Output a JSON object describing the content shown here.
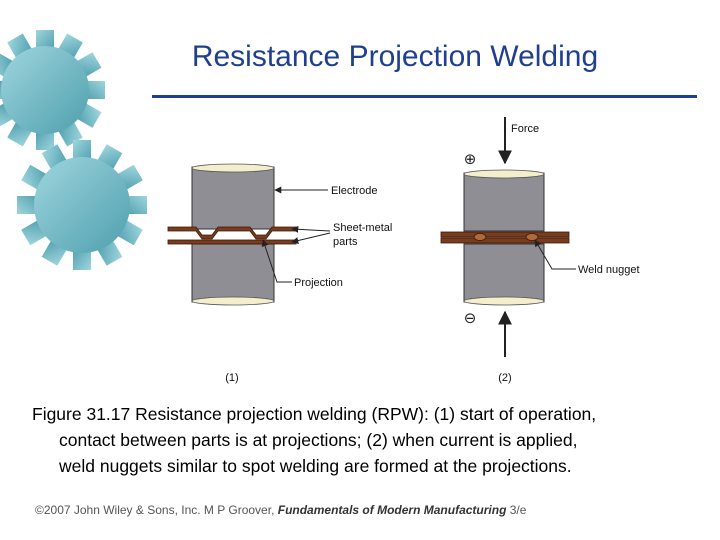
{
  "slide": {
    "title": "Resistance Projection Welding"
  },
  "diagram": {
    "labels": {
      "force": "Force",
      "electrode": "Electrode",
      "sheet_metal_line1": "Sheet-metal",
      "sheet_metal_line2": "parts",
      "projection": "Projection",
      "weld_nugget": "Weld nugget",
      "plus": "⊕",
      "minus": "⊖",
      "stage1": "(1)",
      "stage2": "(2)"
    },
    "colors": {
      "electrode": "#8e8e94",
      "sheet_metal": "#7a3b1e",
      "gear": "#6fb8c4"
    }
  },
  "caption": {
    "line1": "Figure 31.17  Resistance projection welding (RPW): (1) start of operation,",
    "line2": "contact between parts is at projections; (2) when current is applied,",
    "line3": "weld nuggets similar to spot welding are formed at the projections."
  },
  "footer": {
    "copyright": "©2007 John Wiley & Sons, Inc.  M P Groover, ",
    "book_title": "Fundamentals of Modern Manufacturing",
    "edition": " 3/e"
  }
}
